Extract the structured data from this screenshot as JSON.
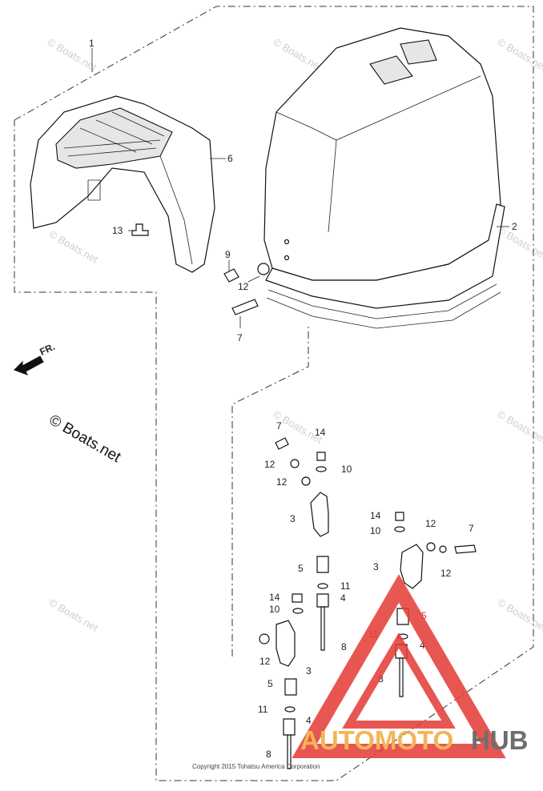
{
  "watermark_text": "© Boats.net",
  "big_watermark": "© Boats.net",
  "front_label": "FR.",
  "copyright": "Copyright 2015 Tohatsu America Corporation",
  "logo": {
    "part1": "AUTOMOTO",
    "part2": "HUB",
    "color1": "#f2a93b",
    "color2": "#555555",
    "triangle_color": "#e53935"
  },
  "callouts": {
    "c1": "1",
    "c2": "2",
    "c6": "6",
    "c13": "13",
    "c9": "9",
    "c12a": "12",
    "c7a": "7",
    "c7b": "7",
    "c14a": "14",
    "c12b": "12",
    "c10a": "10",
    "c12c": "12",
    "c3a": "3",
    "c5a": "5",
    "c11a": "11",
    "c4a": "4",
    "c14b": "14",
    "c10b": "10",
    "c8a": "8",
    "c12d": "12",
    "c3b": "3",
    "c5b": "5",
    "c11b": "11",
    "c4b": "4",
    "c8b": "8",
    "c14c": "14",
    "c10c": "10",
    "c12e": "12",
    "c7c": "7",
    "c3c": "3",
    "c12f": "12",
    "c5c": "5",
    "c11c": "11",
    "c4c": "4",
    "c8c": "8"
  }
}
